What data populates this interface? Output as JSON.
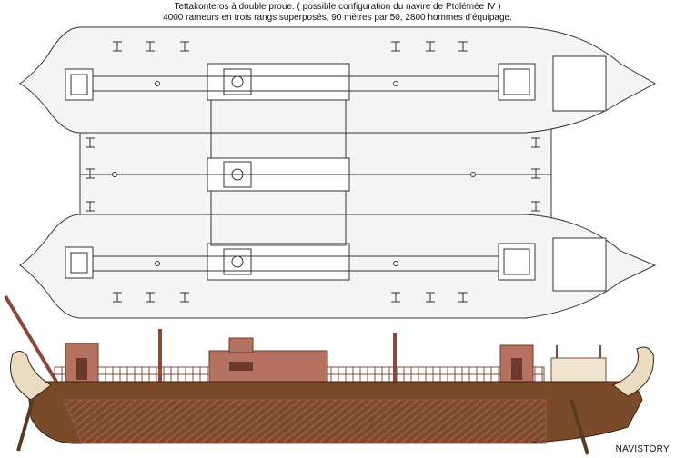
{
  "caption": {
    "line1": "Tettakonteros à double proue. ( possible configuration du navire de Ptolémée IV )",
    "line2": "4000 rameurs en  trois rangs superposés, 90 mètres par 50, 2800 hommes d'équipage."
  },
  "watermark": "NAVISTORY",
  "colors": {
    "hull_plan": "#f4f4f4",
    "outline": "#333333",
    "hull_wood": "#7a4b2a",
    "deck_red": "#b57260",
    "oars": "#9a5a45",
    "ornament": "#e9dcc0"
  },
  "icons": [
    "catapult-icon",
    "tower-icon",
    "mast-icon"
  ]
}
